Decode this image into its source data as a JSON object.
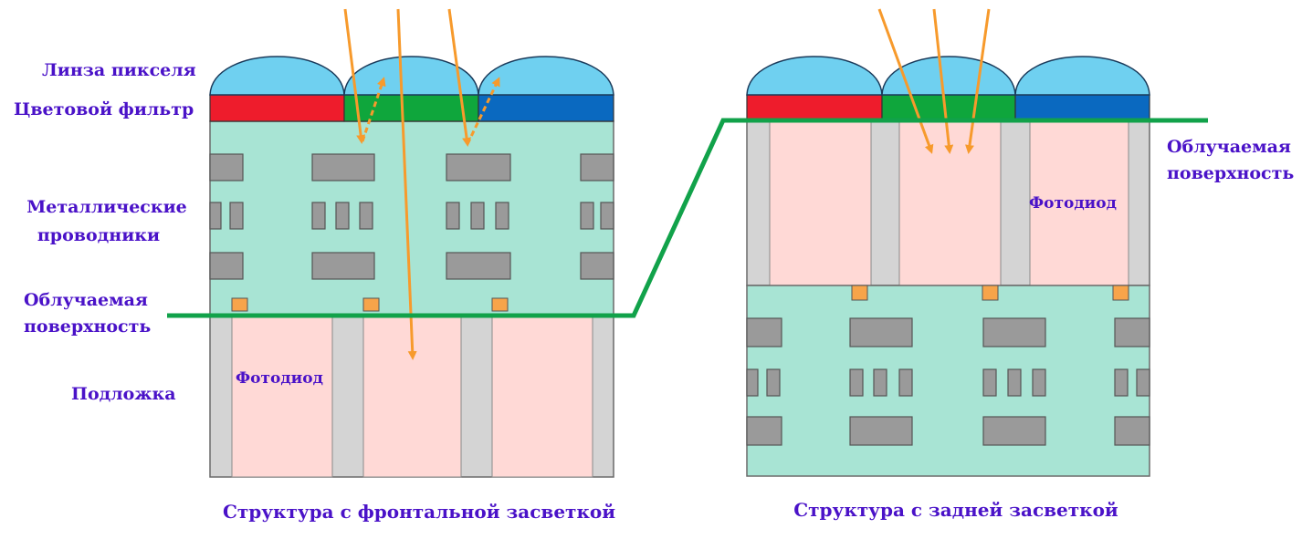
{
  "labels": {
    "pixel_lens": "Линза пикселя",
    "color_filter": "Цветовой фильтр",
    "metal_wiring_line1": "Металлические",
    "metal_wiring_line2": "проводники",
    "irradiated_left_line1": "Облучаемая",
    "irradiated_left_line2": "поверхность",
    "substrate": "Подложка",
    "photodiode_left": "Фотодиод",
    "photodiode_right": "Фотодиод",
    "irradiated_right_line1": "Облучаемая",
    "irradiated_right_line2": "поверхность"
  },
  "captions": {
    "front": "Структура с фронтальной засветкой",
    "back": "Структура с задней засветкой"
  },
  "colors": {
    "lens": "#6fd0f0",
    "filter_red": "#ee1c2c",
    "filter_green": "#0fa63c",
    "filter_blue": "#0a69c0",
    "dielectric": "#a8e4d4",
    "photodiode": "#ffd9d6",
    "isolation": "#d4d4d4",
    "metal": "#9a9a9a",
    "contact": "#f7a44a",
    "light_ray": "#f79a2c",
    "surface_line": "#11a24a",
    "text": "#4a12c8"
  }
}
